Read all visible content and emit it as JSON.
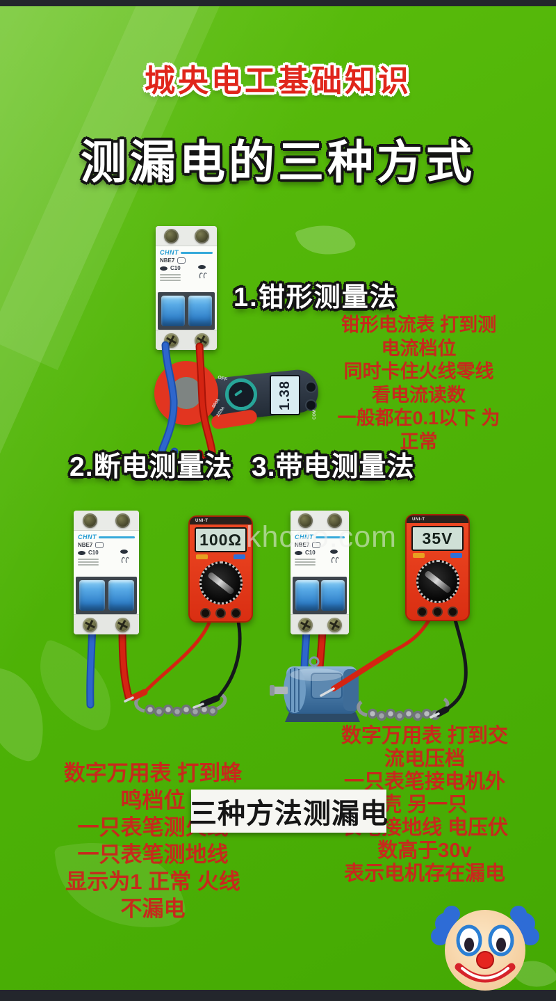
{
  "header": {
    "kicker": "城央电工基础知识",
    "title": "测漏电的三种方式"
  },
  "watermark": "khcao.com",
  "methods": {
    "m1": {
      "heading": "1.钳形测量法",
      "notes": [
        "钳形电流表 打到测",
        "电流档位",
        "同时卡住火线零线",
        "看电流读数",
        "一般都在0.1以下 为",
        "正常"
      ]
    },
    "m2": {
      "heading": "2.断电测量法"
    },
    "m3": {
      "heading": "3.带电测量法"
    }
  },
  "banner": "三种方法测漏电",
  "notes_left": [
    "数字万用表 打到蜂",
    "鸣档位",
    "一只表笔测火线",
    "一只表笔测地线",
    "显示为1 正常 火线",
    "不漏电"
  ],
  "notes_right": [
    "数字万用表 打到交",
    "流电压档",
    "一只表笔接电机外",
    "壳 另一只",
    "表笔接地线 电压伏",
    "数高于30v",
    "表示电机存在漏电"
  ],
  "breaker": {
    "brand": "CHNT",
    "model": "NBE7",
    "rating": "C10"
  },
  "clamp_meter": {
    "reading": "1.38",
    "dial_off": "OFF",
    "range_600": "600A",
    "range_2_20": "2/20A",
    "com": "COM"
  },
  "multimeter_left": {
    "brand": "UNI-T",
    "reading": "100Ω"
  },
  "multimeter_right": {
    "brand": "UNI-T",
    "reading": "35V"
  },
  "icons": {
    "bottom_right": "clown-face"
  },
  "colors": {
    "background_green": "#4fb307",
    "note_red": "#c62a1c",
    "title_red": "#e0261b",
    "banner_bg": "#f6f6f2",
    "banner_text": "#161616",
    "meter_body_red": "#e8391d",
    "clamp_red": "#e23520",
    "breaker_lever_blue": "#3f8fd6",
    "wire_blue": "#2e66cc",
    "wire_red": "#d42412",
    "motor_blue": "#4a7aa6"
  }
}
